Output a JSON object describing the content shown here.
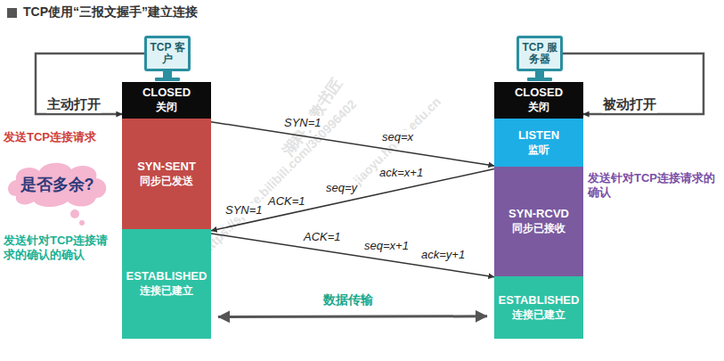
{
  "diagram": {
    "title": "TCP使用“三报文握手”建立连接",
    "nodes": [
      {
        "text": [
          "TCP 客户"
        ]
      },
      {
        "text": [
          "TCP 服务器"
        ]
      },
      {
        "text": [
          "CLOSED",
          "关闭"
        ]
      },
      {
        "text": [
          "SYN-SENT",
          "同步已发送"
        ]
      },
      {
        "text": [
          "ESTABLISHED",
          "连接已建立"
        ]
      },
      {
        "text": [
          "CLOSED",
          "关闭"
        ]
      },
      {
        "text": [
          "LISTEN",
          "监听"
        ]
      },
      {
        "text": [
          "SYN-RCVD",
          "同步已接收"
        ]
      },
      {
        "text": [
          "ESTABLISHED",
          "连接已建立"
        ]
      },
      {
        "text": [
          "是否多余?"
        ]
      }
    ],
    "edges": [
      {
        "from": 0,
        "to": 2,
        "label": "主动打开",
        "arrow": "to"
      },
      {
        "from": 1,
        "to": 5,
        "label": "被动打开",
        "arrow": "to"
      },
      {
        "from": 3,
        "to": 6,
        "label": "SYN=1",
        "arrow": "to"
      },
      {
        "from": 7,
        "to": 4,
        "label": "ACK=1",
        "arrow": "to"
      },
      {
        "from": 4,
        "to": 8,
        "label": "ACK=1",
        "arrow": "to"
      },
      {
        "from": 4,
        "to": 8,
        "label": "数据传输",
        "arrow": "both"
      }
    ],
    "labels": [
      "发送TCP连接请求",
      "发送针对TCP连接请求的确认的确认",
      "发送针对TCP连接请求的确认",
      "seq=x",
      "SYN=1",
      "seq=y",
      "ack=x+1",
      "seq=x+1",
      "ack=y+1",
      "湖科大教书匠",
      "https://space.bilibili.com/360996402",
      "jiaoyu.hnust.edu.cn"
    ]
  }
}
